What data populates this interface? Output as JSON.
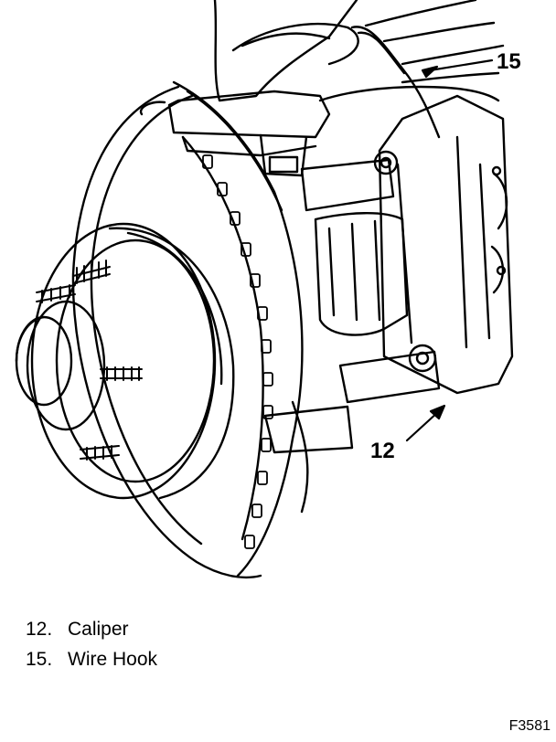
{
  "callouts": [
    {
      "number": "12"
    },
    {
      "number": "15"
    }
  ],
  "legend": [
    {
      "number": "12.",
      "label": "Caliper"
    },
    {
      "number": "15.",
      "label": "Wire Hook"
    }
  ],
  "figure_id": "F3581"
}
